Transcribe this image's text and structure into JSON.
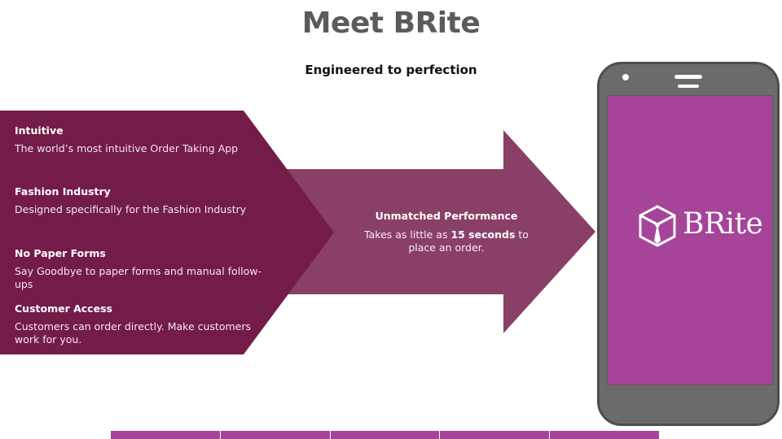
{
  "slide": {
    "title": "Meet BRite",
    "subtitle": "Engineered to perfection"
  },
  "features": [
    {
      "title": "Intuitive",
      "description": "The world’s most intuitive Order Taking App"
    },
    {
      "title": "Fashion Industry",
      "description": "Designed specifically for the Fashion Industry"
    },
    {
      "title": "No Paper Forms",
      "description": "Say Goodbye to paper forms and manual follow-ups"
    },
    {
      "title": "Customer Access",
      "description": "Customers can order directly. Make customers work for you."
    }
  ],
  "performance": {
    "title": "Unmatched Performance",
    "desc_before": "Takes as little as ",
    "desc_highlight": "15 seconds",
    "desc_after": " to place an order."
  },
  "phone": {
    "logo_text": "BRite",
    "logo_icon": "gift-box-tie-icon"
  },
  "colors": {
    "chevron": "#741c48",
    "arrow": "#8a4066",
    "screen": "#a6449a",
    "phone_body": "#6b6b6b"
  }
}
